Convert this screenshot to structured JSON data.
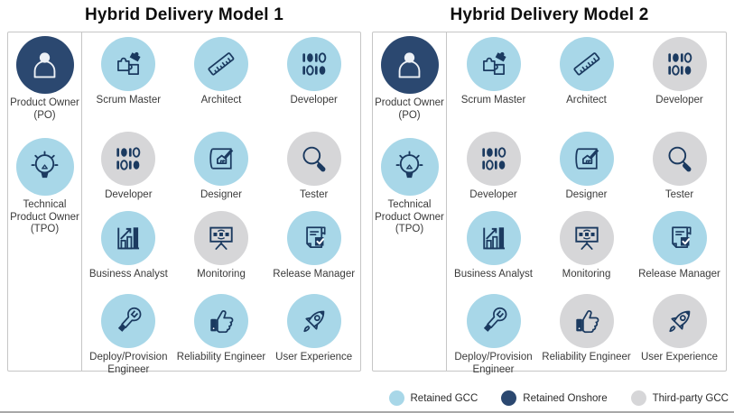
{
  "colors": {
    "retained_gcc": "#A8D7E8",
    "retained_onshore": "#2B4870",
    "third_party_gcc": "#D6D6D8",
    "icon_ink": "#1B3A60"
  },
  "panels": [
    {
      "title": "Hybrid Delivery Model 1",
      "owners": [
        {
          "label": "Product Owner (PO)",
          "icon": "person",
          "color": "onshore"
        },
        {
          "label": "Technical Product Owner (TPO)",
          "icon": "lightbulb",
          "color": "gcc"
        }
      ],
      "roles": [
        {
          "label": "Scrum Master",
          "icon": "puzzle",
          "color": "gcc"
        },
        {
          "label": "Architect",
          "icon": "ruler",
          "color": "gcc"
        },
        {
          "label": "Developer",
          "icon": "binary",
          "color": "gcc"
        },
        {
          "label": "Developer",
          "icon": "binary",
          "color": "thirdparty"
        },
        {
          "label": "Designer",
          "icon": "blueprint",
          "color": "gcc"
        },
        {
          "label": "Tester",
          "icon": "magnifier",
          "color": "thirdparty"
        },
        {
          "label": "Business Analyst",
          "icon": "bar-chart",
          "color": "gcc"
        },
        {
          "label": "Monitoring",
          "icon": "presentation-board",
          "color": "thirdparty"
        },
        {
          "label": "Release Manager",
          "icon": "document-check",
          "color": "gcc"
        },
        {
          "label": "Deploy/Provision Engineer",
          "icon": "wrench",
          "color": "gcc"
        },
        {
          "label": "Reliability Engineer",
          "icon": "thumbs-up",
          "color": "gcc"
        },
        {
          "label": "User Experience",
          "icon": "rocket",
          "color": "gcc"
        }
      ]
    },
    {
      "title": "Hybrid Delivery Model 2",
      "owners": [
        {
          "label": "Product Owner (PO)",
          "icon": "person",
          "color": "onshore"
        },
        {
          "label": "Technical Product Owner (TPO)",
          "icon": "lightbulb",
          "color": "gcc"
        }
      ],
      "roles": [
        {
          "label": "Scrum Master",
          "icon": "puzzle",
          "color": "gcc"
        },
        {
          "label": "Architect",
          "icon": "ruler",
          "color": "gcc"
        },
        {
          "label": "Developer",
          "icon": "binary",
          "color": "thirdparty"
        },
        {
          "label": "Developer",
          "icon": "binary",
          "color": "thirdparty"
        },
        {
          "label": "Designer",
          "icon": "blueprint",
          "color": "gcc"
        },
        {
          "label": "Tester",
          "icon": "magnifier",
          "color": "thirdparty"
        },
        {
          "label": "Business Analyst",
          "icon": "bar-chart",
          "color": "gcc"
        },
        {
          "label": "Monitoring",
          "icon": "presentation-board",
          "color": "thirdparty"
        },
        {
          "label": "Release Manager",
          "icon": "document-check",
          "color": "gcc"
        },
        {
          "label": "Deploy/Provision Engineer",
          "icon": "wrench",
          "color": "gcc"
        },
        {
          "label": "Reliability Engineer",
          "icon": "thumbs-up",
          "color": "thirdparty"
        },
        {
          "label": "User Experience",
          "icon": "rocket",
          "color": "thirdparty"
        }
      ]
    }
  ],
  "legend": [
    {
      "label": "Retained GCC",
      "color": "gcc"
    },
    {
      "label": "Retained Onshore",
      "color": "onshore"
    },
    {
      "label": "Third-party GCC",
      "color": "thirdparty"
    }
  ]
}
